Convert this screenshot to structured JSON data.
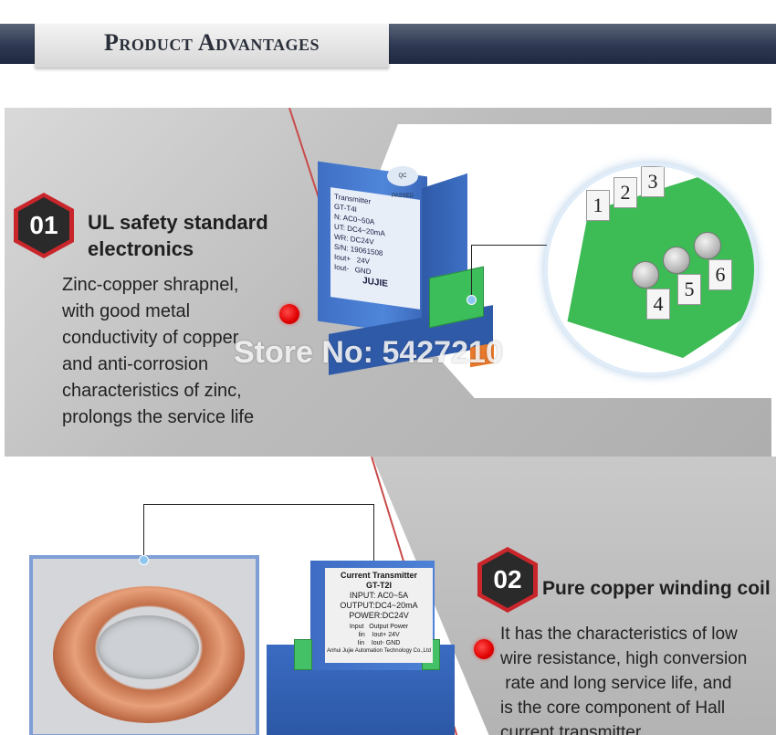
{
  "header": {
    "title": "Product Advantages"
  },
  "watermark": "Store No: 5427210",
  "advantage1": {
    "number": "01",
    "title_lines": [
      "UL safety standard",
      "electronics"
    ],
    "body_lines": [
      "Zinc-copper shrapnel,",
      "with good metal",
      "conductivity of copper",
      "and anti-corrosion",
      "characteristics of zinc,",
      "prolongs the service life"
    ]
  },
  "advantage2": {
    "number": "02",
    "title": "Pure copper winding coil",
    "body_lines": [
      "It has the characteristics of low",
      "wire resistance, high conversion",
      " rate and long service life, and",
      "is the core component of Hall",
      "current transmitter"
    ]
  },
  "product1": {
    "label_lines": [
      "Transmitter",
      "GT-T4I",
      "N: AC0~50A",
      "UT: DC4~20mA",
      "WR: DC24V",
      "S/N: 19061508",
      "Iout+",
      "Iout-",
      "24V",
      "GND",
      "JUJIE"
    ],
    "sticker": "QC PASSED"
  },
  "zoom_terminals": [
    "1",
    "2",
    "3",
    "4",
    "5",
    "6"
  ],
  "product2": {
    "label_lines": [
      "Current Transmitter",
      "GT-T2I",
      "INPUT: AC0~5A",
      "OUTPUT:DC4~20mA",
      "POWER:DC24V"
    ],
    "small_lines": [
      "Input",
      "Output",
      "Power",
      "Iin",
      "Iin",
      "Iout+",
      "Iout-",
      "24V",
      "GND"
    ],
    "maker": "Anhui Jujie Automation Technology Co.,Ltd"
  },
  "colors": {
    "banner": "#2e3852",
    "badge_border": "#c9262c",
    "red_dot": "#e00000",
    "terminal_green": "#3dbb55",
    "transmitter_blue": "#3f6fc4"
  }
}
